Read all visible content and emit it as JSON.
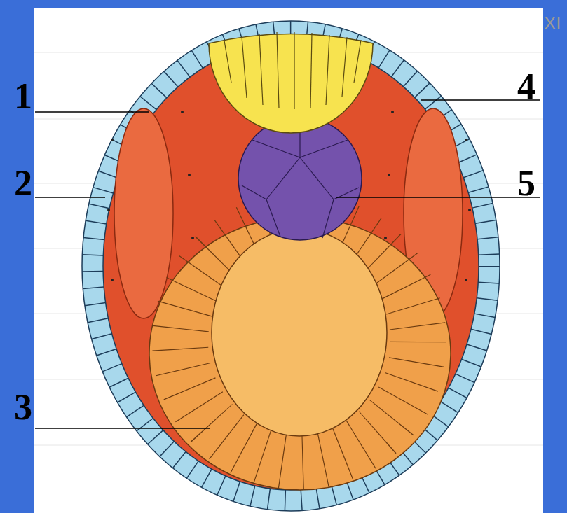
{
  "diagram": {
    "labels": [
      "1",
      "2",
      "3",
      "4",
      "5",
      "XI"
    ]
  }
}
